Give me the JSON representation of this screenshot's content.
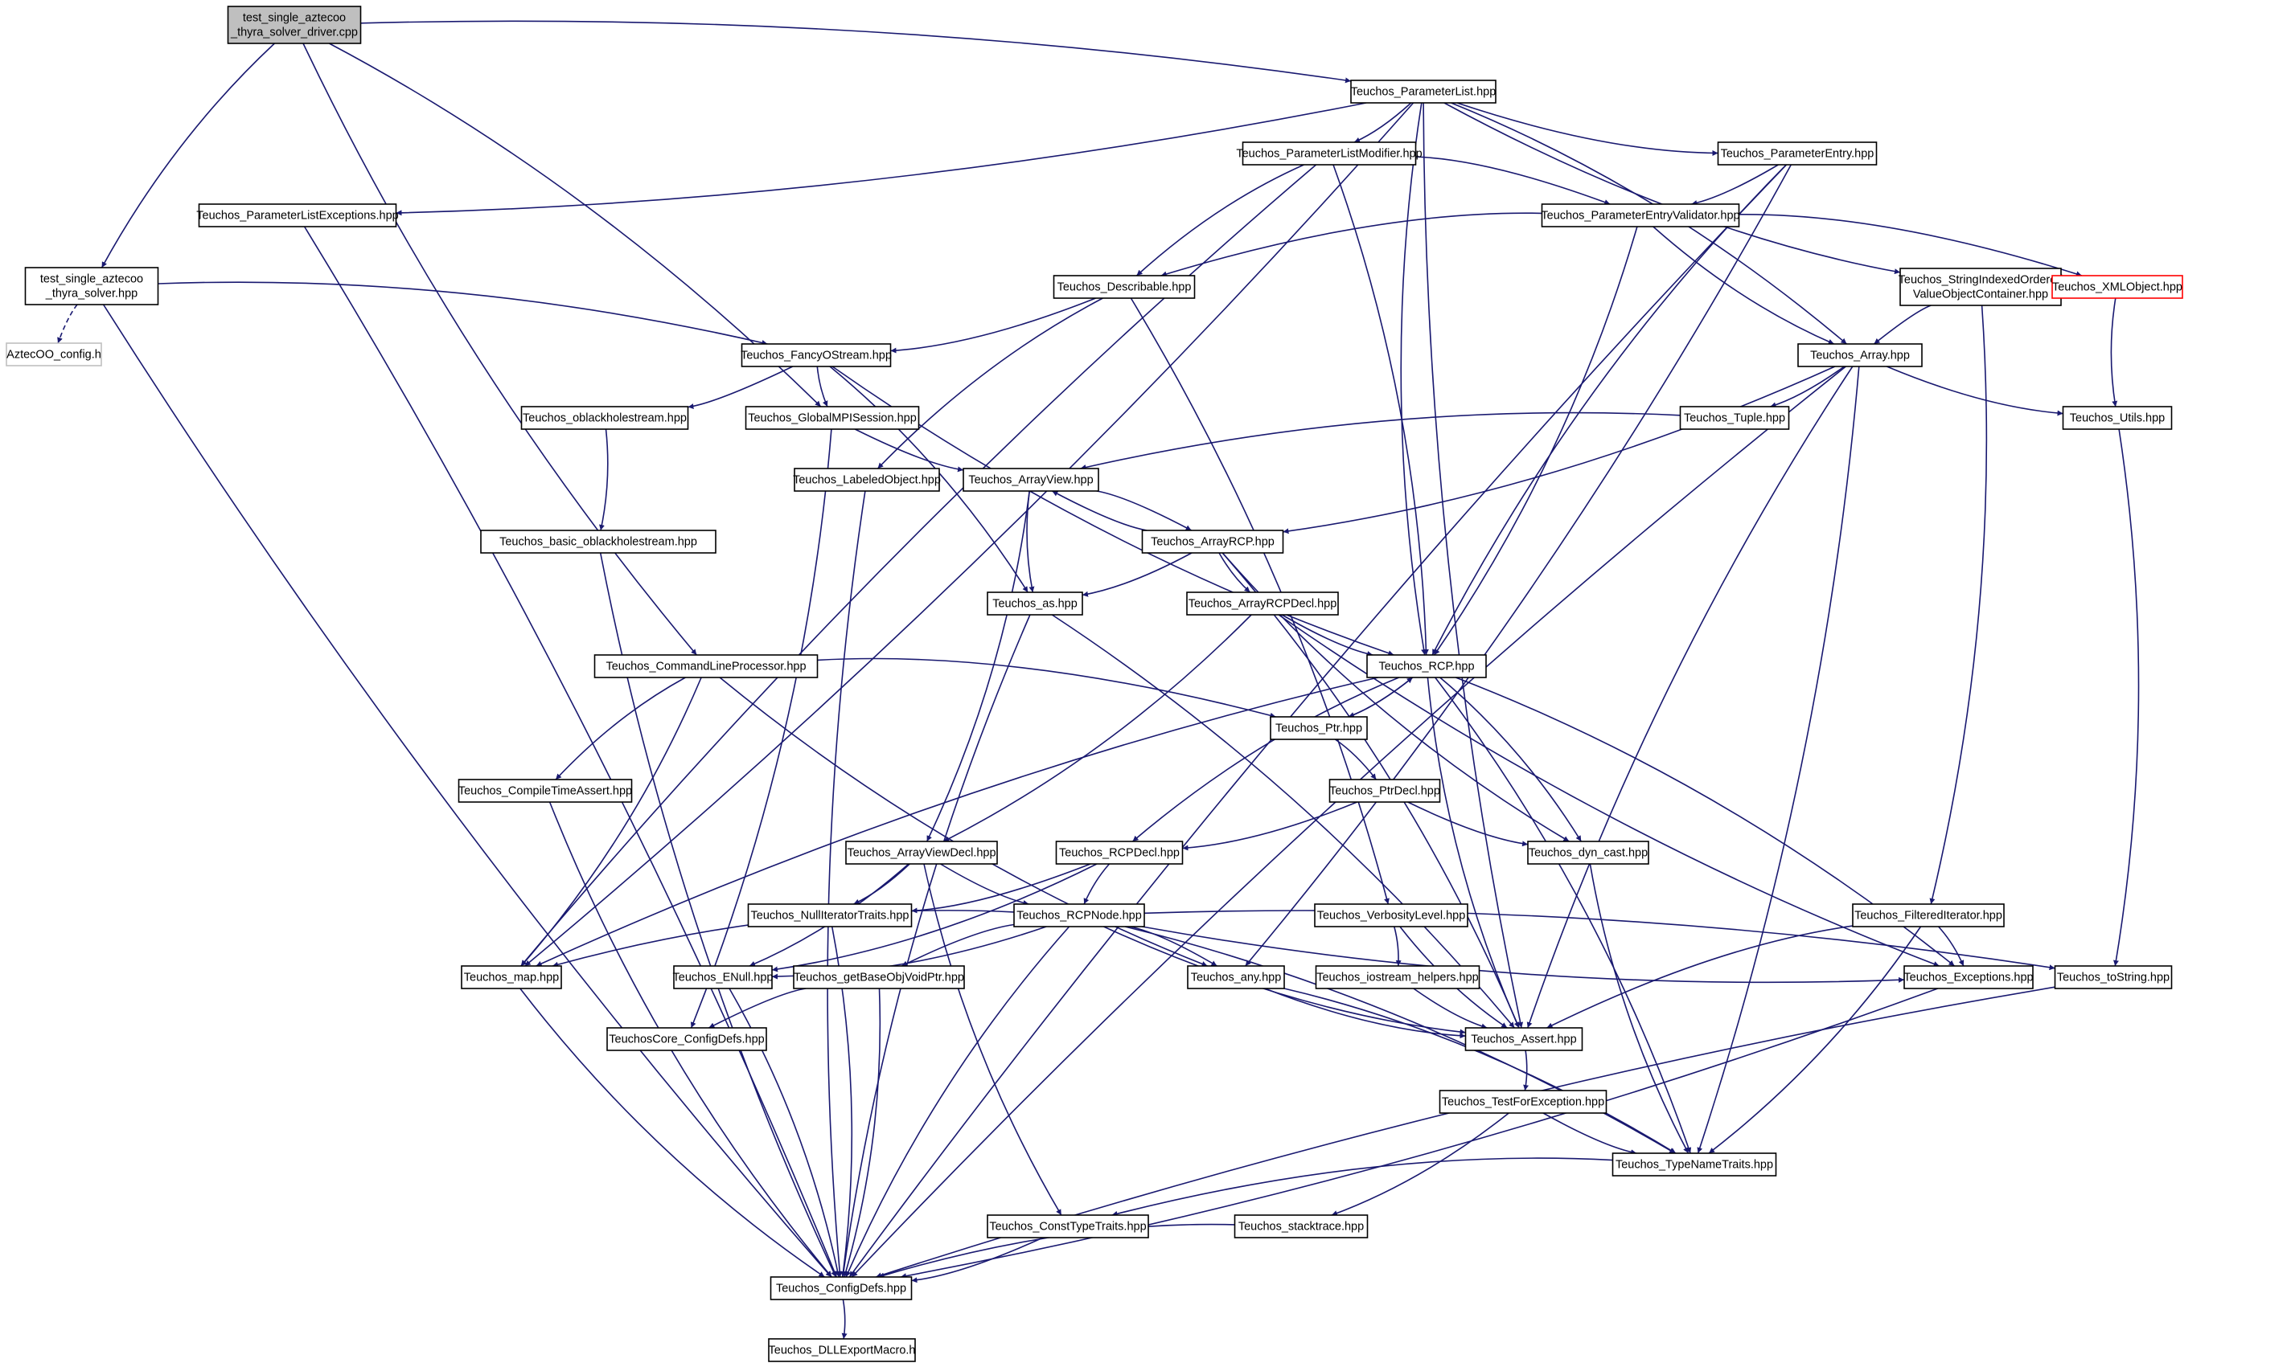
{
  "diagram": {
    "colors": {
      "edge": "#191970",
      "node_border": "#000000",
      "node_fill": "#ffffff",
      "root_fill": "#bfbfbf",
      "missing_border": "#bfbfbf",
      "truncated_border": "#ff0000"
    },
    "nodes": [
      {
        "id": "n0",
        "lines": [
          "test_single_aztecoo",
          "_thyra_solver_driver.cpp"
        ],
        "style": "root"
      },
      {
        "id": "n1",
        "lines": [
          "Teuchos_ParameterList.hpp"
        ]
      },
      {
        "id": "n2",
        "lines": [
          "Teuchos_ParameterListModifier.hpp"
        ]
      },
      {
        "id": "n3",
        "lines": [
          "Teuchos_ParameterEntry.hpp"
        ]
      },
      {
        "id": "n4",
        "lines": [
          "Teuchos_ParameterListExceptions.hpp"
        ]
      },
      {
        "id": "n5",
        "lines": [
          "Teuchos_ParameterEntryValidator.hpp"
        ]
      },
      {
        "id": "n6",
        "lines": [
          "test_single_aztecoo",
          "_thyra_solver.hpp"
        ]
      },
      {
        "id": "n7",
        "lines": [
          "Teuchos_Describable.hpp"
        ]
      },
      {
        "id": "n8",
        "lines": [
          "Teuchos_StringIndexedOrdered",
          "ValueObjectContainer.hpp"
        ]
      },
      {
        "id": "n9",
        "lines": [
          "Teuchos_XMLObject.hpp"
        ],
        "style": "truncated"
      },
      {
        "id": "n10",
        "lines": [
          "AztecOO_config.h"
        ],
        "style": "missing"
      },
      {
        "id": "n11",
        "lines": [
          "Teuchos_FancyOStream.hpp"
        ]
      },
      {
        "id": "n12",
        "lines": [
          "Teuchos_Array.hpp"
        ]
      },
      {
        "id": "n13",
        "lines": [
          "Teuchos_oblackholestream.hpp"
        ]
      },
      {
        "id": "n14",
        "lines": [
          "Teuchos_GlobalMPISession.hpp"
        ]
      },
      {
        "id": "n15",
        "lines": [
          "Teuchos_Tuple.hpp"
        ]
      },
      {
        "id": "n16",
        "lines": [
          "Teuchos_Utils.hpp"
        ]
      },
      {
        "id": "n17",
        "lines": [
          "Teuchos_LabeledObject.hpp"
        ]
      },
      {
        "id": "n18",
        "lines": [
          "Teuchos_ArrayView.hpp"
        ]
      },
      {
        "id": "n19",
        "lines": [
          "Teuchos_basic_oblackholestream.hpp"
        ]
      },
      {
        "id": "n20",
        "lines": [
          "Teuchos_ArrayRCP.hpp"
        ]
      },
      {
        "id": "n21",
        "lines": [
          "Teuchos_ArrayRCPDecl.hpp"
        ]
      },
      {
        "id": "n22",
        "lines": [
          "Teuchos_as.hpp"
        ]
      },
      {
        "id": "n23",
        "lines": [
          "Teuchos_CommandLineProcessor.hpp"
        ]
      },
      {
        "id": "n24",
        "lines": [
          "Teuchos_RCP.hpp"
        ]
      },
      {
        "id": "n25",
        "lines": [
          "Teuchos_Ptr.hpp"
        ]
      },
      {
        "id": "n26",
        "lines": [
          "Teuchos_CompileTimeAssert.hpp"
        ]
      },
      {
        "id": "n27",
        "lines": [
          "Teuchos_PtrDecl.hpp"
        ]
      },
      {
        "id": "n28",
        "lines": [
          "Teuchos_ArrayViewDecl.hpp"
        ]
      },
      {
        "id": "n29",
        "lines": [
          "Teuchos_RCPDecl.hpp"
        ]
      },
      {
        "id": "n30",
        "lines": [
          "Teuchos_dyn_cast.hpp"
        ]
      },
      {
        "id": "n31",
        "lines": [
          "Teuchos_NullIteratorTraits.hpp"
        ]
      },
      {
        "id": "n32",
        "lines": [
          "Teuchos_RCPNode.hpp"
        ]
      },
      {
        "id": "n33",
        "lines": [
          "Teuchos_VerbosityLevel.hpp"
        ]
      },
      {
        "id": "n34",
        "lines": [
          "Teuchos_FilteredIterator.hpp"
        ]
      },
      {
        "id": "n35",
        "lines": [
          "Teuchos_map.hpp"
        ]
      },
      {
        "id": "n36",
        "lines": [
          "Teuchos_ENull.hpp"
        ]
      },
      {
        "id": "n37",
        "lines": [
          "Teuchos_getBaseObjVoidPtr.hpp"
        ]
      },
      {
        "id": "n38",
        "lines": [
          "Teuchos_any.hpp"
        ]
      },
      {
        "id": "n39",
        "lines": [
          "Teuchos_iostream_helpers.hpp"
        ]
      },
      {
        "id": "n40",
        "lines": [
          "Teuchos_Exceptions.hpp"
        ]
      },
      {
        "id": "n41",
        "lines": [
          "Teuchos_toString.hpp"
        ]
      },
      {
        "id": "n42",
        "lines": [
          "TeuchosCore_ConfigDefs.hpp"
        ]
      },
      {
        "id": "n43",
        "lines": [
          "Teuchos_Assert.hpp"
        ]
      },
      {
        "id": "n44",
        "lines": [
          "Teuchos_TestForException.hpp"
        ]
      },
      {
        "id": "n45",
        "lines": [
          "Teuchos_TypeNameTraits.hpp"
        ]
      },
      {
        "id": "n46",
        "lines": [
          "Teuchos_ConstTypeTraits.hpp"
        ]
      },
      {
        "id": "n47",
        "lines": [
          "Teuchos_stacktrace.hpp"
        ]
      },
      {
        "id": "n48",
        "lines": [
          "Teuchos_ConfigDefs.hpp"
        ]
      },
      {
        "id": "n49",
        "lines": [
          "Teuchos_DLLExportMacro.h"
        ]
      }
    ],
    "edges": [
      [
        "n0",
        "n1"
      ],
      [
        "n0",
        "n6"
      ],
      [
        "n0",
        "n14"
      ],
      [
        "n0",
        "n23"
      ],
      [
        "n1",
        "n2"
      ],
      [
        "n1",
        "n3"
      ],
      [
        "n1",
        "n4"
      ],
      [
        "n1",
        "n8"
      ],
      [
        "n1",
        "n12"
      ],
      [
        "n1",
        "n24"
      ],
      [
        "n1",
        "n35"
      ],
      [
        "n1",
        "n43"
      ],
      [
        "n2",
        "n5"
      ],
      [
        "n2",
        "n7"
      ],
      [
        "n2",
        "n24"
      ],
      [
        "n2",
        "n35"
      ],
      [
        "n3",
        "n5"
      ],
      [
        "n3",
        "n24"
      ],
      [
        "n3",
        "n38"
      ],
      [
        "n3",
        "n48"
      ],
      [
        "n4",
        "n48"
      ],
      [
        "n5",
        "n7"
      ],
      [
        "n5",
        "n9"
      ],
      [
        "n5",
        "n12"
      ],
      [
        "n5",
        "n24"
      ],
      [
        "n6",
        "n10",
        "dashed"
      ],
      [
        "n6",
        "n11"
      ],
      [
        "n6",
        "n48"
      ],
      [
        "n7",
        "n11"
      ],
      [
        "n7",
        "n17"
      ],
      [
        "n7",
        "n33"
      ],
      [
        "n8",
        "n12"
      ],
      [
        "n8",
        "n34"
      ],
      [
        "n9",
        "n16"
      ],
      [
        "n11",
        "n13"
      ],
      [
        "n11",
        "n14"
      ],
      [
        "n11",
        "n22"
      ],
      [
        "n11",
        "n24"
      ],
      [
        "n12",
        "n15"
      ],
      [
        "n12",
        "n16"
      ],
      [
        "n12",
        "n20"
      ],
      [
        "n12",
        "n43"
      ],
      [
        "n12",
        "n45"
      ],
      [
        "n12",
        "n48"
      ],
      [
        "n13",
        "n19"
      ],
      [
        "n14",
        "n18"
      ],
      [
        "n14",
        "n42"
      ],
      [
        "n15",
        "n18"
      ],
      [
        "n16",
        "n41"
      ],
      [
        "n17",
        "n48"
      ],
      [
        "n18",
        "n20"
      ],
      [
        "n18",
        "n22"
      ],
      [
        "n18",
        "n28"
      ],
      [
        "n19",
        "n48"
      ],
      [
        "n20",
        "n18"
      ],
      [
        "n20",
        "n21"
      ],
      [
        "n20",
        "n22"
      ],
      [
        "n20",
        "n30"
      ],
      [
        "n20",
        "n43"
      ],
      [
        "n21",
        "n24"
      ],
      [
        "n21",
        "n28"
      ],
      [
        "n21",
        "n40"
      ],
      [
        "n22",
        "n43"
      ],
      [
        "n22",
        "n48"
      ],
      [
        "n23",
        "n25"
      ],
      [
        "n23",
        "n26"
      ],
      [
        "n23",
        "n35"
      ],
      [
        "n23",
        "n38"
      ],
      [
        "n24",
        "n25"
      ],
      [
        "n24",
        "n29"
      ],
      [
        "n24",
        "n30"
      ],
      [
        "n24",
        "n35"
      ],
      [
        "n24",
        "n40"
      ],
      [
        "n24",
        "n43"
      ],
      [
        "n24",
        "n45"
      ],
      [
        "n25",
        "n24"
      ],
      [
        "n25",
        "n27"
      ],
      [
        "n26",
        "n48"
      ],
      [
        "n27",
        "n29"
      ],
      [
        "n27",
        "n30"
      ],
      [
        "n28",
        "n31"
      ],
      [
        "n28",
        "n32"
      ],
      [
        "n28",
        "n36"
      ],
      [
        "n28",
        "n46"
      ],
      [
        "n29",
        "n31"
      ],
      [
        "n29",
        "n32"
      ],
      [
        "n29",
        "n36"
      ],
      [
        "n30",
        "n45"
      ],
      [
        "n31",
        "n48"
      ],
      [
        "n32",
        "n35"
      ],
      [
        "n32",
        "n36"
      ],
      [
        "n32",
        "n37"
      ],
      [
        "n32",
        "n38"
      ],
      [
        "n32",
        "n40"
      ],
      [
        "n32",
        "n41"
      ],
      [
        "n32",
        "n43"
      ],
      [
        "n32",
        "n45"
      ],
      [
        "n32",
        "n48"
      ],
      [
        "n33",
        "n39"
      ],
      [
        "n33",
        "n43"
      ],
      [
        "n34",
        "n40"
      ],
      [
        "n34",
        "n43"
      ],
      [
        "n34",
        "n45"
      ],
      [
        "n35",
        "n48"
      ],
      [
        "n36",
        "n48"
      ],
      [
        "n37",
        "n42"
      ],
      [
        "n37",
        "n48"
      ],
      [
        "n38",
        "n43"
      ],
      [
        "n38",
        "n45"
      ],
      [
        "n39",
        "n43"
      ],
      [
        "n40",
        "n48"
      ],
      [
        "n41",
        "n48"
      ],
      [
        "n43",
        "n44"
      ],
      [
        "n44",
        "n45"
      ],
      [
        "n44",
        "n47"
      ],
      [
        "n45",
        "n46"
      ],
      [
        "n46",
        "n48"
      ],
      [
        "n47",
        "n48"
      ],
      [
        "n48",
        "n49"
      ]
    ]
  }
}
